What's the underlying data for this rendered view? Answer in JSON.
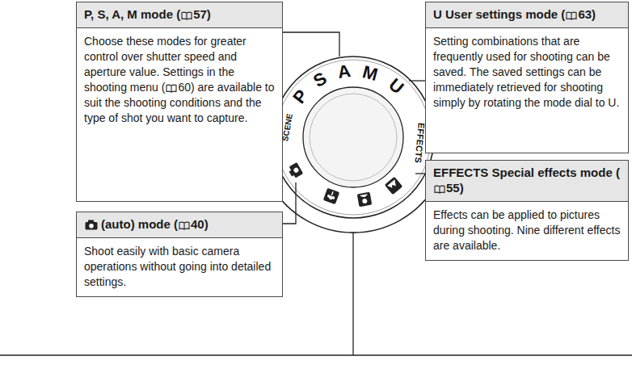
{
  "diagram": {
    "nodes": [
      {
        "text": [
          "P, S, A, M mode (57)",
          "Choose these modes for greater control over shutter speed and aperture value. Settings in the shooting menu (60) are available to suit the shooting conditions and the type of shot you want to capture."
        ]
      },
      {
        "text": [
          "(auto) mode (40)",
          "Shoot easily with basic camera operations without going into detailed settings."
        ]
      },
      {
        "text": [
          "U User settings mode (63)",
          "Setting combinations that are frequently used for shooting can be saved. The saved settings can be immediately retrieved for shooting simply by rotating the mode dial to U."
        ]
      },
      {
        "text": [
          "EFFECTS Special effects mode (55)",
          "Effects can be applied to pictures during shooting. Nine different effects are available."
        ]
      }
    ],
    "labels": [
      "P",
      "S",
      "A",
      "M",
      "U",
      "EFFECTS",
      "SCENE"
    ]
  }
}
